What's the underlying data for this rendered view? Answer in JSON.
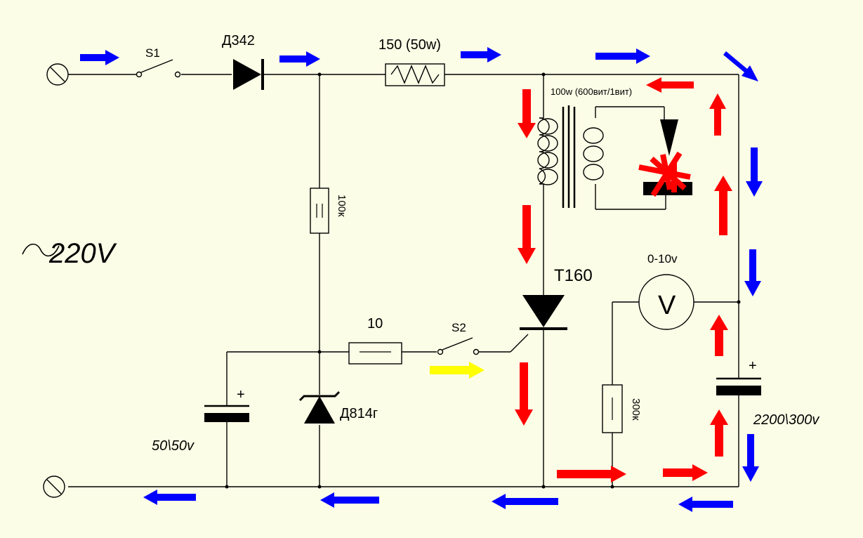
{
  "labels": {
    "supply_voltage": "220V",
    "switch_s1": "S1",
    "switch_s2": "S2",
    "diode_main": "Д342",
    "resistor_series": "150 (50w)",
    "transformer": "100w (600вит/1вит)",
    "resistor_100k": "100к",
    "resistor_10": "10",
    "thyristor": "T160",
    "voltmeter_range": "0-10v",
    "voltmeter_symbol": "V",
    "resistor_300k": "300к",
    "capacitor_large": "2200\\300v",
    "capacitor_small": "50\\50v",
    "zener": "Д814г",
    "plus_sign": "+"
  },
  "colors": {
    "background": "#fbfde6",
    "wire": "#000000",
    "arrow_blue": "#0000ff",
    "arrow_red": "#ff0000",
    "arrow_yellow": "#ffff00"
  },
  "icons": {
    "terminal": "crossed-circle-terminal",
    "ac_source": "tilde-sine-icon",
    "spark": "red-spark-icon"
  }
}
